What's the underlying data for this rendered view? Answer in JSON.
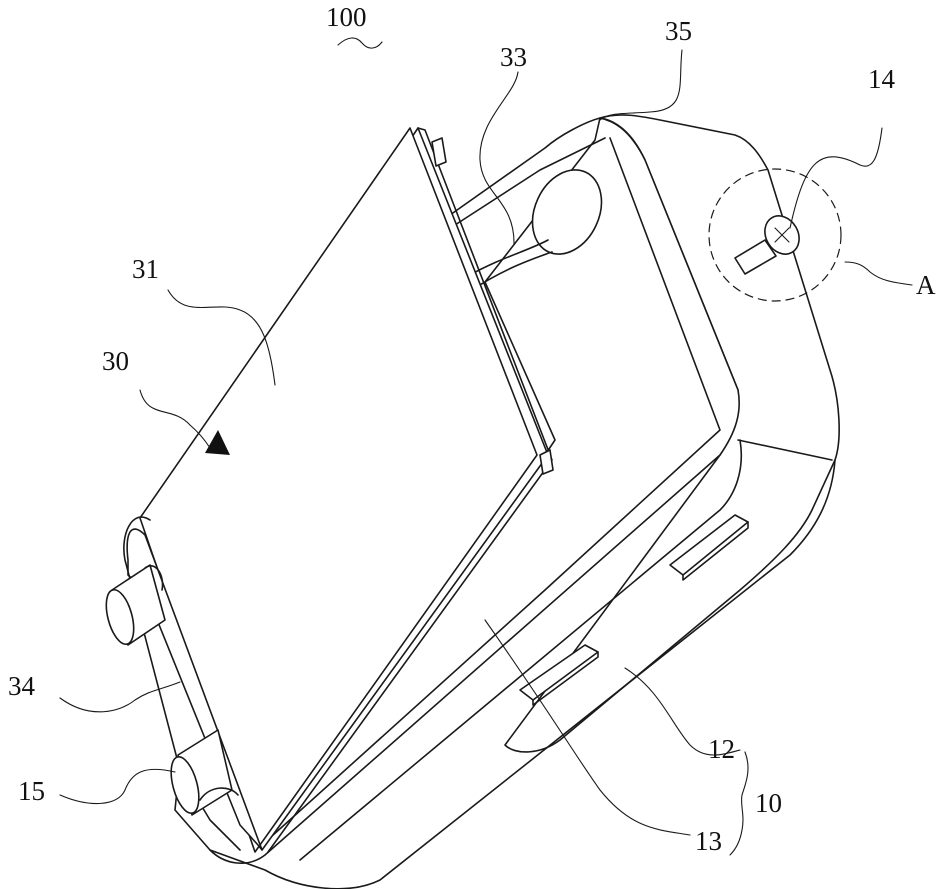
{
  "figure": {
    "labels": {
      "l100": "100",
      "l35": "35",
      "l33": "33",
      "l14": "14",
      "lA": "A",
      "l31": "31",
      "l30": "30",
      "l34": "34",
      "l15": "15",
      "l12": "12",
      "l10": "10",
      "l13": "13"
    },
    "colors": {
      "line": "#1a1a1a",
      "background": "#ffffff"
    }
  }
}
